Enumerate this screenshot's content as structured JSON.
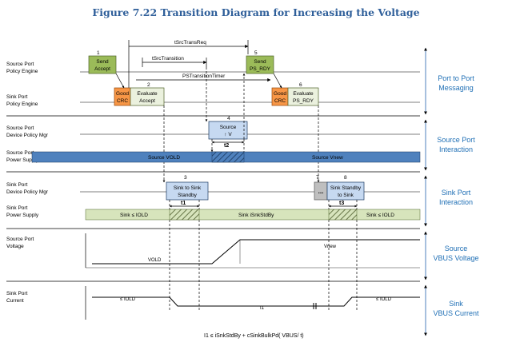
{
  "title": "Figure 7.22 Transition Diagram for Increasing the Voltage",
  "rows": {
    "src_pe": [
      "Source Port",
      "Policy Engine"
    ],
    "sink_pe": [
      "Sink Port",
      "Policy Engine"
    ],
    "src_dpm": [
      "Source Port",
      "Device Policy Mgr"
    ],
    "src_ps": [
      "Source Port",
      "Power Supply"
    ],
    "sink_dpm": [
      "Sink Port",
      "Device Policy Mgr"
    ],
    "sink_ps": [
      "Sink Port",
      "Power Supply"
    ],
    "src_v": [
      "Source Port",
      "Voltage"
    ],
    "sink_i": [
      "Sink Port",
      "Current"
    ]
  },
  "sections": {
    "p2p": [
      "Port to Port",
      "Messaging"
    ],
    "src_int": [
      "Source Port",
      "Interaction"
    ],
    "sink_int": [
      "Sink Port",
      "Interaction"
    ],
    "src_vbus": [
      "Source",
      "VBUS Voltage"
    ],
    "sink_vbus": [
      "Sink",
      "VBUS Current"
    ]
  },
  "steps": [
    "1",
    "2",
    "3",
    "4",
    "5",
    "6",
    "7",
    "8"
  ],
  "boxes": {
    "send_accept": [
      "Send",
      "Accept"
    ],
    "good_crc": [
      "Good",
      "CRC"
    ],
    "eval_accept": [
      "Evaluate",
      "Accept"
    ],
    "source_v": [
      "Source",
      "↑ V"
    ],
    "send_ps_rdy": [
      "Send",
      "PS_RDY"
    ],
    "good_crc2": [
      "Good",
      "CRC"
    ],
    "eval_ps_rdy": [
      "Evaluate",
      "PS_RDY"
    ],
    "sink_to_standby": [
      "Sink to Sink",
      "Standby"
    ],
    "dots": "...",
    "standby_to_sink": [
      "Sink Standby",
      "to Sink"
    ]
  },
  "timers": {
    "tSrcTransReq": "tSrcTransReq",
    "tSrcTransition": "tSrcTransition",
    "PSTransitionTimer": "PSTransitionTimer",
    "t1": "t1",
    "t2": "t2",
    "t3": "t3"
  },
  "bars": {
    "source_vold": "Source VOLD",
    "source_vnew": "Source Vnew",
    "sink_le_iold": "Sink ≤ IOLD",
    "sink_standby": "Sink iSnkStdBy",
    "sink_le_iold_r": "Sink ≤ IOLD"
  },
  "waveform_labels": {
    "vold": "VOLD",
    "vnew": "Vnew",
    "iold_l": "≤ IOLD",
    "i1": "I1",
    "iold_r": "≤ IOLD"
  },
  "formula": "I1 ≤ iSnkStdBy + cSinkBulkPd( VBUS/ t)",
  "colors": {
    "green": "#9bbb59",
    "orange": "#f79646",
    "cream": "#ebf1de",
    "blue_box": "#c6d9f1",
    "blue_bar": "#4f81bd",
    "light_green_bar": "#d7e4bc",
    "grey_box": "#bfbfbf",
    "section_text": "#1f6fb5",
    "title": "#2f5f9a"
  }
}
